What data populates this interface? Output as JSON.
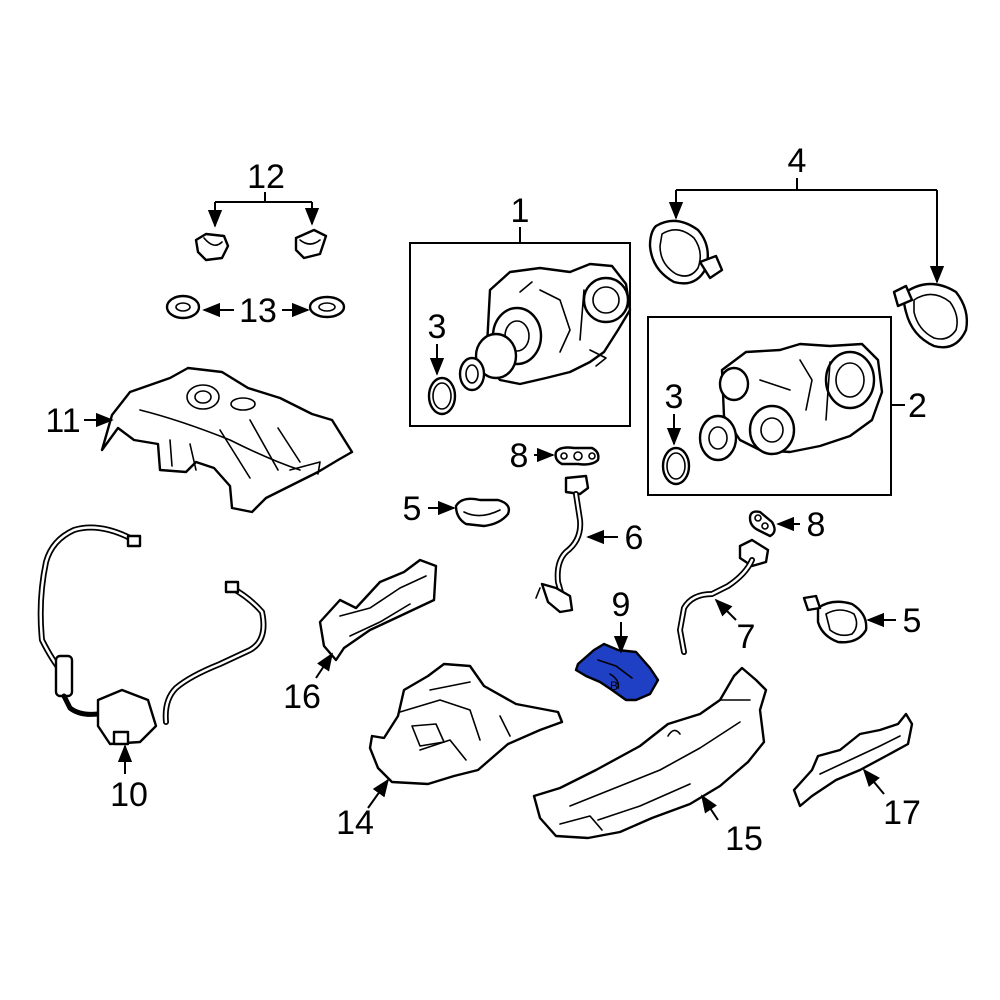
{
  "diagram": {
    "highlight_color": "#1f3fc4",
    "highlighted_part": "9",
    "callouts": {
      "c1": "1",
      "c2": "2",
      "c3a": "3",
      "c3b": "3",
      "c4": "4",
      "c5a": "5",
      "c5b": "5",
      "c6": "6",
      "c7": "7",
      "c8a": "8",
      "c8b": "8",
      "c9": "9",
      "c10": "10",
      "c11": "11",
      "c12": "12",
      "c13": "13",
      "c14": "14",
      "c15": "15",
      "c16": "16",
      "c17": "17"
    }
  }
}
